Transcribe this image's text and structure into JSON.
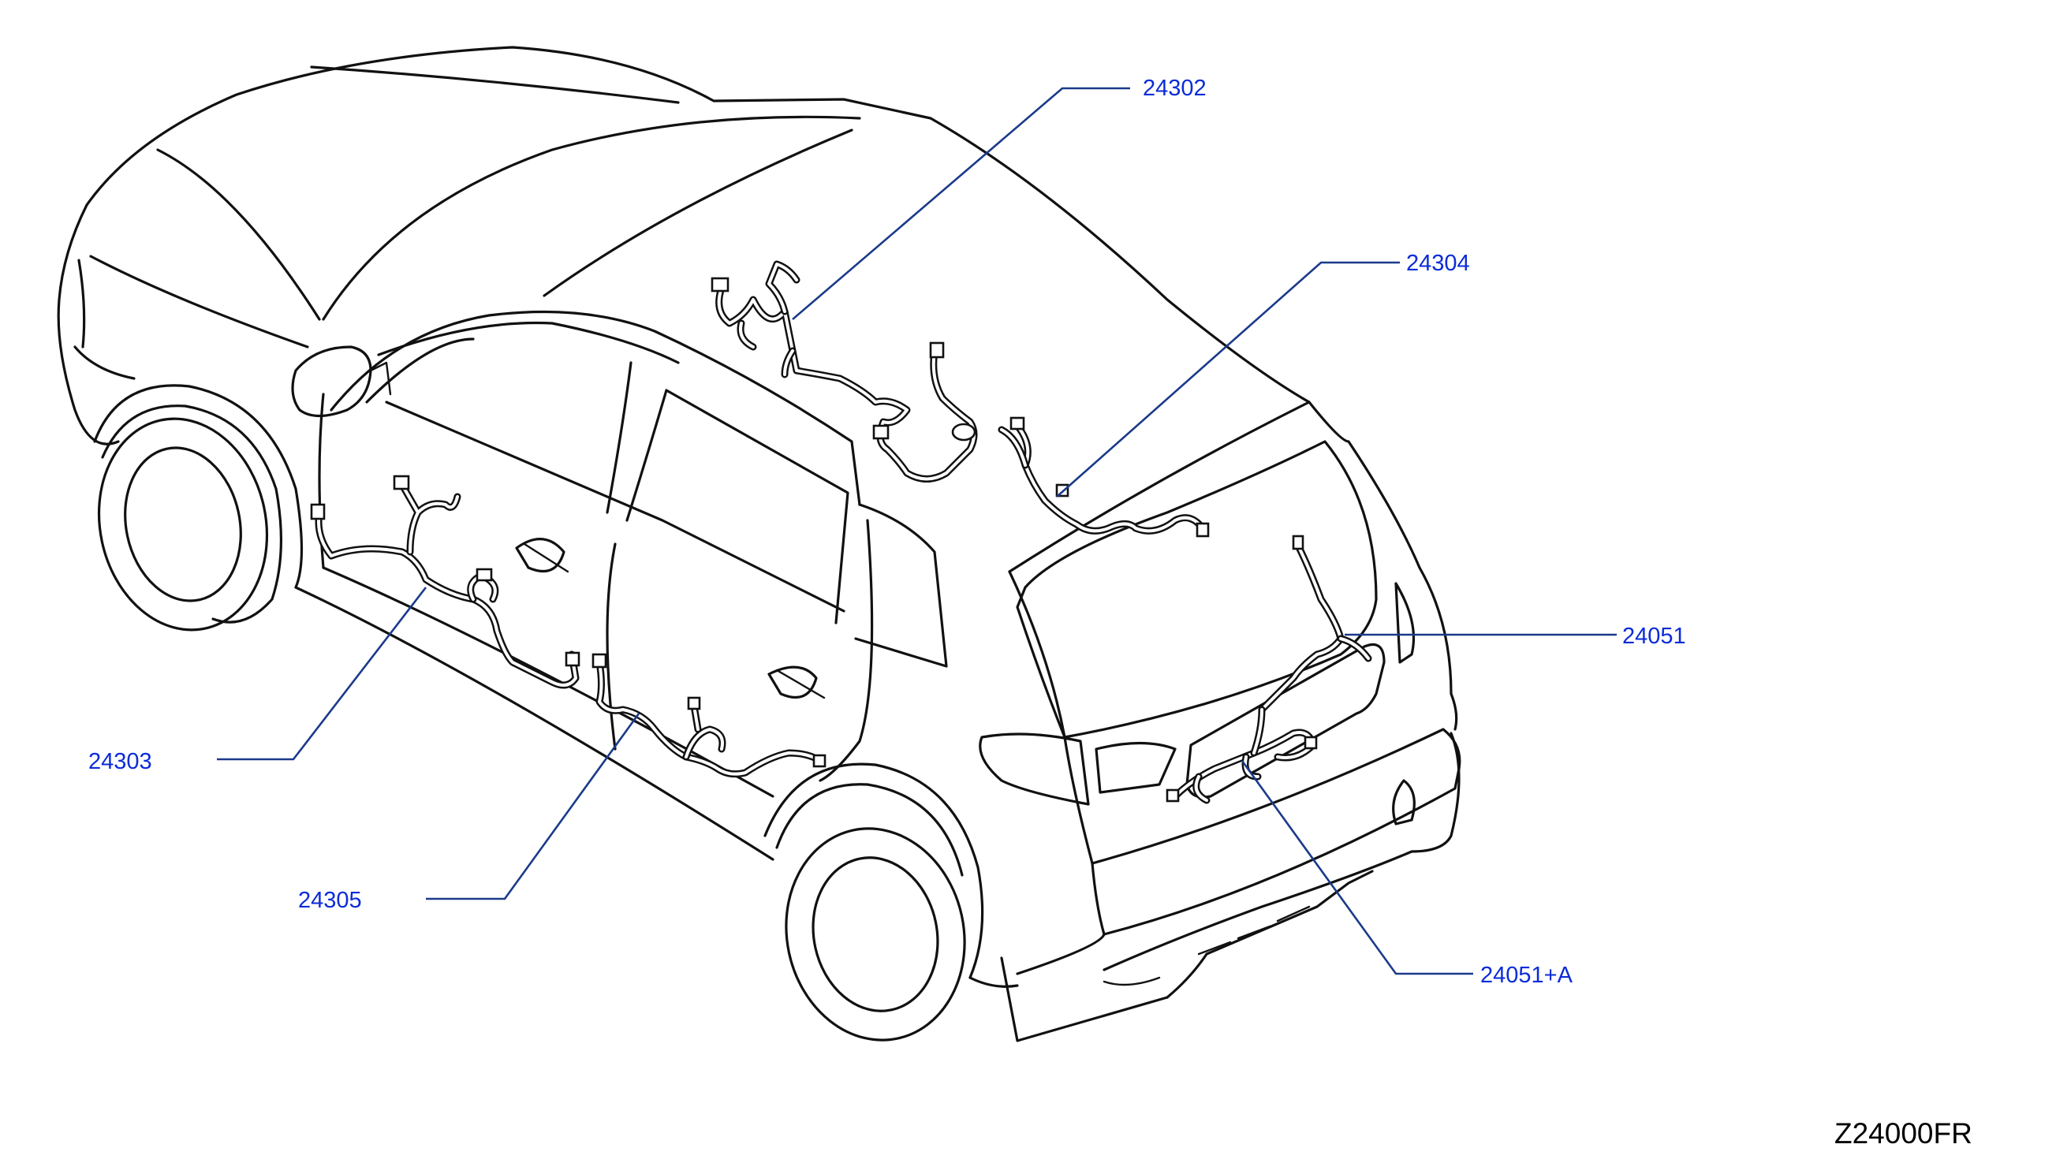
{
  "diagram": {
    "subject": "vehicle wiring harness (body and doors), rear three-quarter view",
    "callout_color": "#0b2bd8",
    "leader_color": "#1a3a8a",
    "line_color": "#111111",
    "callouts": [
      {
        "id": "c-24302",
        "label": "24302"
      },
      {
        "id": "c-24304",
        "label": "24304"
      },
      {
        "id": "c-24051",
        "label": "24051"
      },
      {
        "id": "c-24303",
        "label": "24303"
      },
      {
        "id": "c-24305",
        "label": "24305"
      },
      {
        "id": "c-24051a",
        "label": "24051+A"
      }
    ],
    "diagram_id": "Z24000FR"
  }
}
